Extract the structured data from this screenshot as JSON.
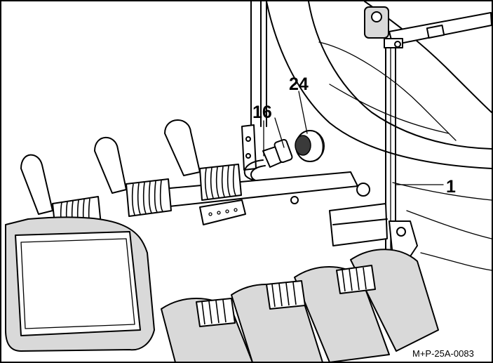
{
  "callouts": {
    "c1": "1",
    "c16": "16",
    "c24": "24"
  },
  "figure_code": "M+P-25A-0083"
}
